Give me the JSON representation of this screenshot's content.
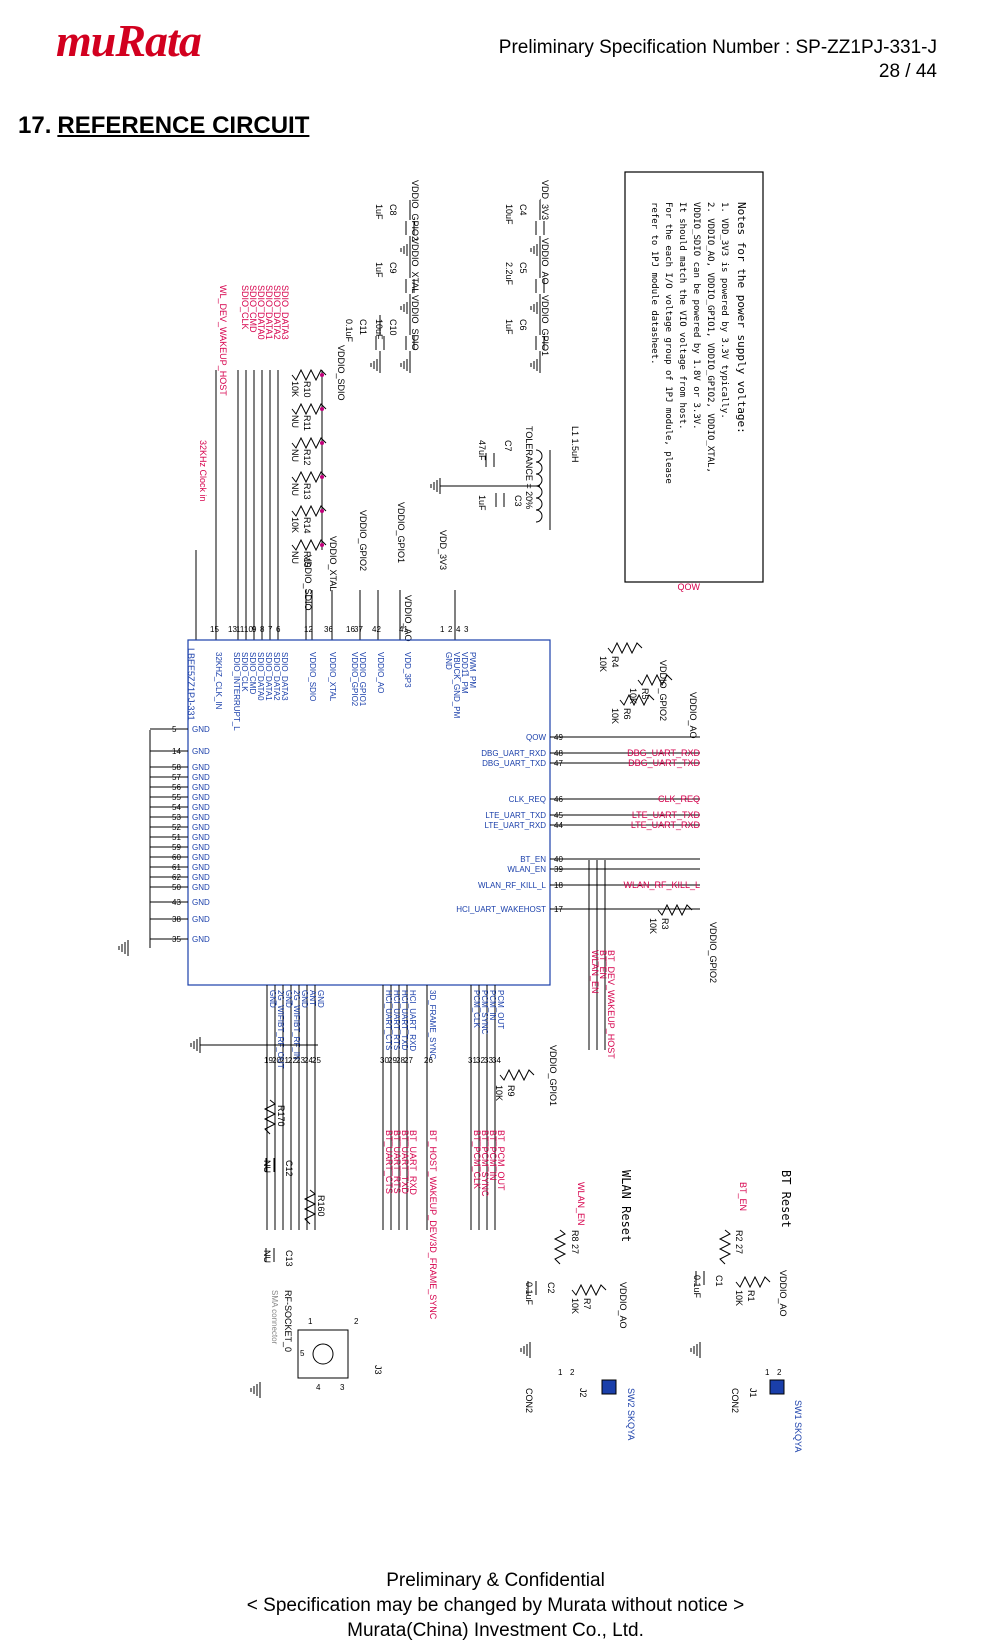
{
  "header": {
    "logo_text": "muRata",
    "spec_number": "Preliminary  Specification  Number  :  SP-ZZ1PJ-331-J",
    "page": "28 / 44"
  },
  "section": {
    "number": "17.",
    "title": "REFERENCE CIRCUIT"
  },
  "schematic": {
    "notes": {
      "title": "Notes for the power supply voltage:",
      "lines": [
        "1. VDD_3V3 is powered by 3.3V typically.",
        "2. VDDIO_AO, VDDIO_GPIO1, VDDIO_GPIO2, VDDIO_XTAL,",
        "   VDDIO_SDIO can be powered by 1.8V or 3.3V.",
        "   It should match the VIO voltage from host.",
        "   For the each I/O voltage group of 1PJ module, please",
        "   refer to 1PJ module datasheet."
      ]
    },
    "caps_top": [
      {
        "net": "VDD_3V3",
        "ref": "C4",
        "value": "10uF"
      },
      {
        "net": "VDDIO_AO",
        "ref": "C5",
        "value": "2.2uF"
      },
      {
        "net": "VDDIO_GPIO1",
        "ref": "C6",
        "value": "1uF"
      },
      {
        "net": "VDDIO_GPIO2",
        "ref": "C8",
        "value": "1uF"
      },
      {
        "net": "VDDIO_XTAL",
        "ref": "C9",
        "value": "1uF"
      },
      {
        "net": "VDDIO_SDIO",
        "ref": "C10",
        "value": "10uF"
      },
      {
        "net": "",
        "ref": "C11",
        "value": "0.1uF"
      }
    ],
    "inductor": {
      "ref": "L1",
      "value": "1.5uH",
      "note": "TOLERANCE = 20%"
    },
    "caps_mid": [
      {
        "ref": "C7",
        "value": "47uF"
      },
      {
        "ref": "C3",
        "value": "1uF"
      }
    ],
    "sdio_nets": [
      "SDIO_DATA3",
      "SDIO_DATA2",
      "SDIO_DATA1",
      "SDIO_DATA0",
      "SDIO_CMD",
      "SDIO_CLK",
      "WL_DEV_WAKEUP_HOST"
    ],
    "sdio_pullup_net": "VDDIO_SDIO",
    "resistors_sdio": [
      {
        "ref": "R10",
        "value": "10K"
      },
      {
        "ref": "R11",
        "value": "NU"
      },
      {
        "ref": "R12",
        "value": "NU"
      },
      {
        "ref": "R13",
        "value": "NU"
      },
      {
        "ref": "R14",
        "value": "10K"
      },
      {
        "ref": "R15",
        "value": "NU"
      }
    ],
    "clock_net": "32KHz Clock in",
    "pwr_labels": [
      "VDD_3V3",
      "VDDIO_GPIO1",
      "VDDIO_GPIO2",
      "VDDIO_XTAL",
      "VDDIO_SDIO",
      "VDDIO_AO"
    ],
    "module": {
      "name": "LBEE5ZZ1PJ-331",
      "left_pins": [
        {
          "num": "3",
          "name": "PWM_PM"
        },
        {
          "num": "4",
          "name": "VDD11_PM"
        },
        {
          "num": "2",
          "name": "VBUCK_GND_PM"
        },
        {
          "num": "1",
          "name": "GND"
        },
        {
          "num": "41",
          "name": "VDD_3P3"
        },
        {
          "num": "42",
          "name": "VDDIO_AO"
        },
        {
          "num": "37",
          "name": "VDDIO_GPIO1"
        },
        {
          "num": "16",
          "name": "VDDIO_GPIO2"
        },
        {
          "num": "36",
          "name": "VDDIO_XTAL"
        },
        {
          "num": "12",
          "name": "VDDIO_SDIO"
        },
        {
          "num": "6",
          "name": "SDIO_DATA3"
        },
        {
          "num": "7",
          "name": "SDIO_DATA2"
        },
        {
          "num": "8",
          "name": "SDIO_DATA1"
        },
        {
          "num": "9",
          "name": "SDIO_DATA0"
        },
        {
          "num": "10",
          "name": "SDIO_CMD"
        },
        {
          "num": "11",
          "name": "SDIO_CLK"
        },
        {
          "num": "13",
          "name": "SDIO_INTERRUPT_L"
        },
        {
          "num": "15",
          "name": "32KHZ_CLK_IN"
        }
      ],
      "right_pins": [
        {
          "num": "49",
          "name": "QOW"
        },
        {
          "num": "48",
          "name": "DBG_UART_RXD"
        },
        {
          "num": "47",
          "name": "DBG_UART_TXD"
        },
        {
          "num": "46",
          "name": "CLK_REQ"
        },
        {
          "num": "45",
          "name": "LTE_UART_TXD"
        },
        {
          "num": "44",
          "name": "LTE_UART_RXD"
        },
        {
          "num": "40",
          "name": "BT_EN"
        },
        {
          "num": "39",
          "name": "WLAN_EN"
        },
        {
          "num": "18",
          "name": "WLAN_RF_KILL_L"
        },
        {
          "num": "17",
          "name": "HCI_UART_WAKEHOST"
        }
      ],
      "gnd_pins": [
        "5",
        "14",
        "58",
        "57",
        "56",
        "55",
        "54",
        "53",
        "52",
        "51",
        "59",
        "60",
        "61",
        "62",
        "50",
        "43",
        "38",
        "35"
      ],
      "gnd_label": "GND",
      "bottom_pins": [
        {
          "num": "34",
          "name": "PCM_OUT"
        },
        {
          "num": "33",
          "name": "PCM_IN"
        },
        {
          "num": "32",
          "name": "PCM_SYNC"
        },
        {
          "num": "31",
          "name": "PCM_CLK"
        },
        {
          "num": "26",
          "name": "3D_FRAME_SYNC"
        },
        {
          "num": "27",
          "name": "HCI_UART_RXD"
        },
        {
          "num": "28",
          "name": "HCI_UART_TXD"
        },
        {
          "num": "29",
          "name": "HCI_UART_RTS"
        },
        {
          "num": "30",
          "name": "HCI_UART_CTS"
        },
        {
          "num": "25",
          "name": "GND"
        },
        {
          "num": "24",
          "name": "ANT"
        },
        {
          "num": "23",
          "name": "GND"
        },
        {
          "num": "22",
          "name": "2G_WIFIBT_RF_IN"
        },
        {
          "num": "21",
          "name": "GND"
        },
        {
          "num": "20",
          "name": "2G_WIFIBT_RF_OUT"
        },
        {
          "num": "19",
          "name": "GND"
        }
      ]
    },
    "right_nets": [
      "QOW",
      "DBG_UART_RXD",
      "DBG_UART_TXD",
      "CLK_REQ",
      "LTE_UART_TXD",
      "LTE_UART_RXD",
      "WLAN_RF_KILL_L"
    ],
    "right_pullups": [
      {
        "ref": "R4",
        "value": "10K",
        "net": "VDDIO_GPIO2"
      },
      {
        "ref": "R5",
        "value": "10K",
        "net": "VDDIO_AO"
      },
      {
        "ref": "R6",
        "value": "10K",
        "net": ""
      },
      {
        "ref": "R3",
        "value": "10K",
        "net": "VDDIO_GPIO2"
      }
    ],
    "vertical_nets": [
      "BT_DEV_WAKEUP_HOST",
      "BT_EN",
      "WLAN_EN"
    ],
    "bottom_nets": [
      "BT_PCM_OUT",
      "BT_PCM_IN",
      "BT_PCM_SYNC",
      "BT_PCM_CLK",
      "BT_HOST_WAKEUP_DEV/3D_FRAME_SYNC",
      "BT_UART_RXD",
      "BT_UART_TXD",
      "BT_UART_RTS",
      "BT_UART_CTS"
    ],
    "r9": {
      "ref": "R9",
      "value": "10K",
      "net": "VDDIO_GPIO1"
    },
    "rf": {
      "r17": "R17",
      "r16": "R16",
      "r_value": "0",
      "c12": {
        "ref": "C12",
        "value": "NU"
      },
      "c13": {
        "ref": "C13",
        "value": "NU"
      },
      "connector": "J3",
      "socket": "RF-SOCKET_0",
      "socket_note": "SMA connector",
      "pins": [
        "1",
        "2",
        "3",
        "4",
        "5"
      ]
    },
    "bt_reset": {
      "title": "BT Reset",
      "net": "BT_EN",
      "r2": {
        "ref": "R2",
        "value": "27"
      },
      "r1": {
        "ref": "R1",
        "value": "10K"
      },
      "c1": {
        "ref": "C1",
        "value": "0.1uF"
      },
      "pwr": "VDDIO_AO",
      "j": "J1",
      "con": "CON2",
      "sw": "SW1",
      "sw_part": "SKQYA",
      "pins": [
        "1",
        "2"
      ]
    },
    "wlan_reset": {
      "title": "WLAN Reset",
      "net": "WLAN_EN",
      "r8": {
        "ref": "R8",
        "value": "27"
      },
      "r7": {
        "ref": "R7",
        "value": "10K"
      },
      "c2": {
        "ref": "C2",
        "value": "0.1uF"
      },
      "pwr": "VDDIO_AO",
      "j": "J2",
      "con": "CON2",
      "sw": "SW2",
      "sw_part": "SKQYA",
      "pins": [
        "1",
        "2"
      ]
    },
    "colors": {
      "net": "#d6004c",
      "module": "#1a3faa",
      "wire": "#000000",
      "junction": "#c0007a"
    }
  },
  "footer": {
    "line1": "Preliminary & Confidential",
    "line2": "< Specification may be changed by Murata without notice >",
    "line3": "Murata(China) Investment Co., Ltd."
  }
}
